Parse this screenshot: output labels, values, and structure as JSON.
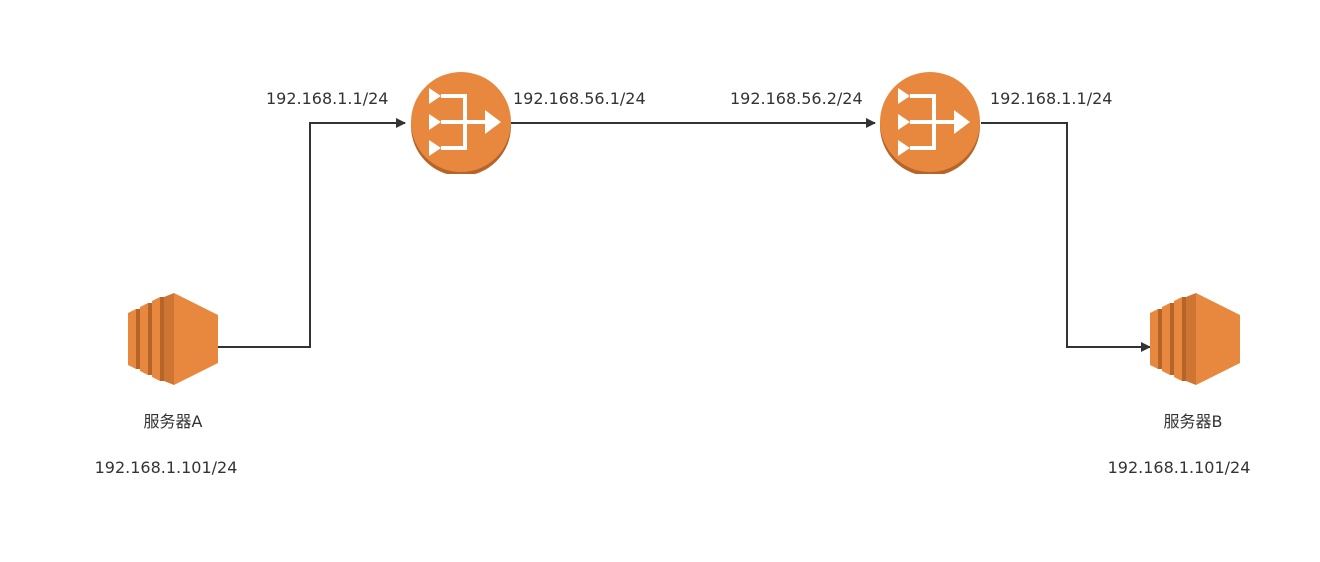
{
  "colors": {
    "device_orange": "#E8883F",
    "device_dark": "#B5652A",
    "device_mid": "#CF7533",
    "line": "#333333",
    "text": "#333333"
  },
  "servers": {
    "a": {
      "icon": "server-stack-icon",
      "name": "服务器A",
      "ip": "192.168.1.101/24"
    },
    "b": {
      "icon": "server-stack-icon",
      "name": "服务器B",
      "ip": "192.168.1.101/24"
    }
  },
  "routers": {
    "r1": {
      "icon": "router-icon",
      "left_ip": "192.168.1.1/24",
      "right_ip": "192.168.56.1/24"
    },
    "r2": {
      "icon": "router-icon",
      "left_ip": "192.168.56.2/24",
      "right_ip": "192.168.1.1/24"
    }
  }
}
